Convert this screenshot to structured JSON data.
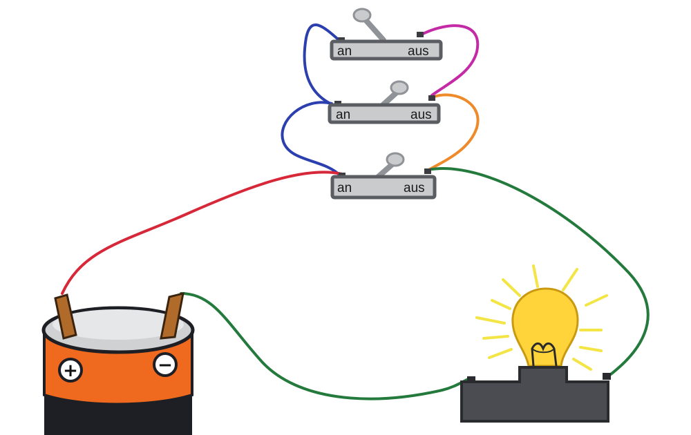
{
  "switches": [
    {
      "on_label": "an",
      "off_label": "aus"
    },
    {
      "on_label": "an",
      "off_label": "aus"
    },
    {
      "on_label": "an",
      "off_label": "aus"
    }
  ],
  "battery": {
    "plus_symbol": "+",
    "minus_symbol": "−"
  },
  "colors": {
    "wire_blue": "#2c3fae",
    "wire_magenta": "#c42aa6",
    "wire_orange": "#ee8a2a",
    "wire_red": "#d62838",
    "wire_green": "#237a3c",
    "battery_orange": "#ef6a1e",
    "battery_black": "#1e1f24",
    "battery_top": "#cfd1d3",
    "terminal_brown": "#b06a2a",
    "bulb_yellow": "#ffd43a",
    "ray_yellow": "#f3e545",
    "socket_gray": "#4a4c52",
    "switch_gray": "#c9cbcd",
    "switch_border": "#5a5d62"
  },
  "icons": [
    "battery-icon",
    "light-bulb-icon",
    "toggle-switch-icon"
  ]
}
